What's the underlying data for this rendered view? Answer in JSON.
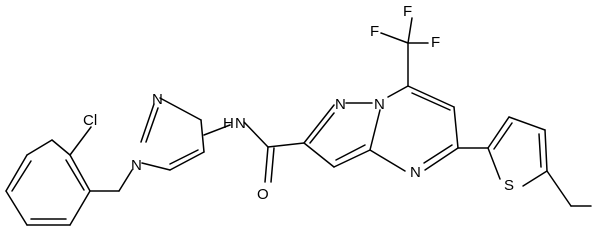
{
  "molecule": {
    "labels": {
      "cl": "Cl",
      "n_pz1_top": "N",
      "n_pz1_bottom": "N",
      "nh": "N",
      "h": "H",
      "o": "O",
      "n_core_top": "N",
      "n_core_bridge": "N",
      "n_core_bottom": "N",
      "f_left": "F",
      "f_top": "F",
      "f_right": "F",
      "s": "S"
    },
    "colors": {
      "bond": "#000000",
      "text": "#000000",
      "background": "#ffffff"
    }
  }
}
